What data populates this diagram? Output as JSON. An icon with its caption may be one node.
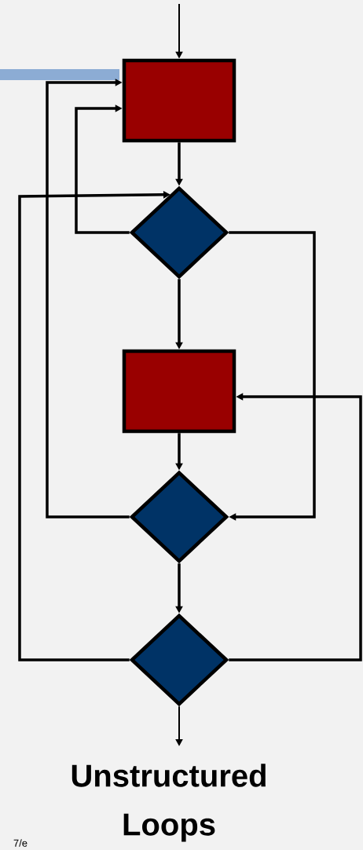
{
  "diagram": {
    "nodes": [
      {
        "text": [],
        "shape": "box"
      },
      {
        "text": [],
        "shape": "diamond"
      },
      {
        "text": [],
        "shape": "box"
      },
      {
        "text": [],
        "shape": "diamond"
      },
      {
        "text": [],
        "shape": "diamond"
      }
    ],
    "edges": [
      {
        "from": null,
        "to": 0,
        "arrow": "to"
      },
      {
        "from": 0,
        "to": 1,
        "arrow": "to"
      },
      {
        "from": 1,
        "to": 2,
        "arrow": "to"
      },
      {
        "from": 1,
        "to": 0,
        "arrow": "to"
      },
      {
        "from": 1,
        "to": 3,
        "arrow": "to"
      },
      {
        "from": 2,
        "to": 3,
        "arrow": "to"
      },
      {
        "from": 3,
        "to": 0,
        "arrow": "to"
      },
      {
        "from": 3,
        "to": 4,
        "arrow": "to"
      },
      {
        "from": 4,
        "to": 1,
        "arrow": "to"
      },
      {
        "from": 4,
        "to": 2,
        "arrow": "to"
      },
      {
        "from": 4,
        "to": null,
        "arrow": "to"
      }
    ],
    "title": "Unstructured Loops",
    "labels": [
      "7/e"
    ]
  }
}
